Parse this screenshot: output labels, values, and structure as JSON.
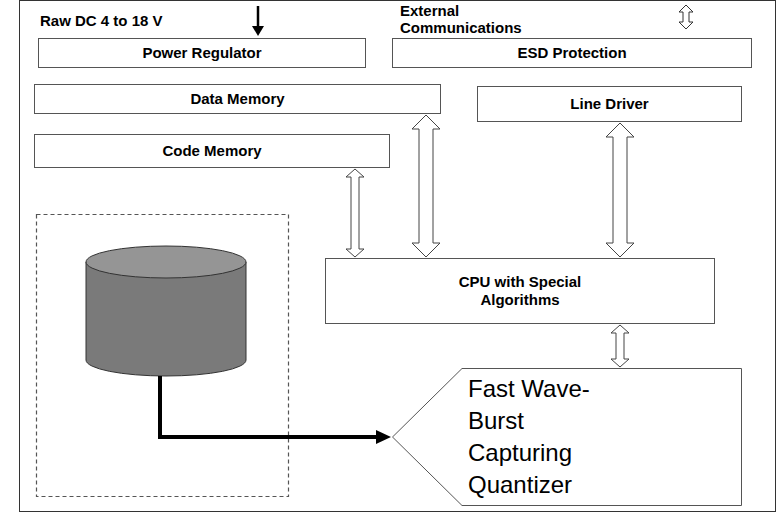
{
  "diagram": {
    "nodes": [
      {
        "text": [
          "Power Regulator"
        ]
      },
      {
        "text": [
          "ESD Protection"
        ]
      },
      {
        "text": [
          "Data Memory"
        ]
      },
      {
        "text": [
          "Line Driver"
        ]
      },
      {
        "text": [
          "Code Memory"
        ]
      },
      {
        "text": [
          "CPU with Special Algorithms"
        ]
      },
      {
        "text": [
          "Fast Wave-Burst Capturing Quantizer"
        ]
      }
    ],
    "edges": [
      {
        "from": 2,
        "to": 5,
        "arrow": "both"
      },
      {
        "from": 4,
        "to": 5,
        "arrow": "both"
      },
      {
        "from": 3,
        "to": 5,
        "arrow": "both"
      },
      {
        "from": 5,
        "to": 6,
        "arrow": "both"
      }
    ],
    "labels": [
      "Raw DC 4 to 18 V",
      "External Communications"
    ]
  }
}
